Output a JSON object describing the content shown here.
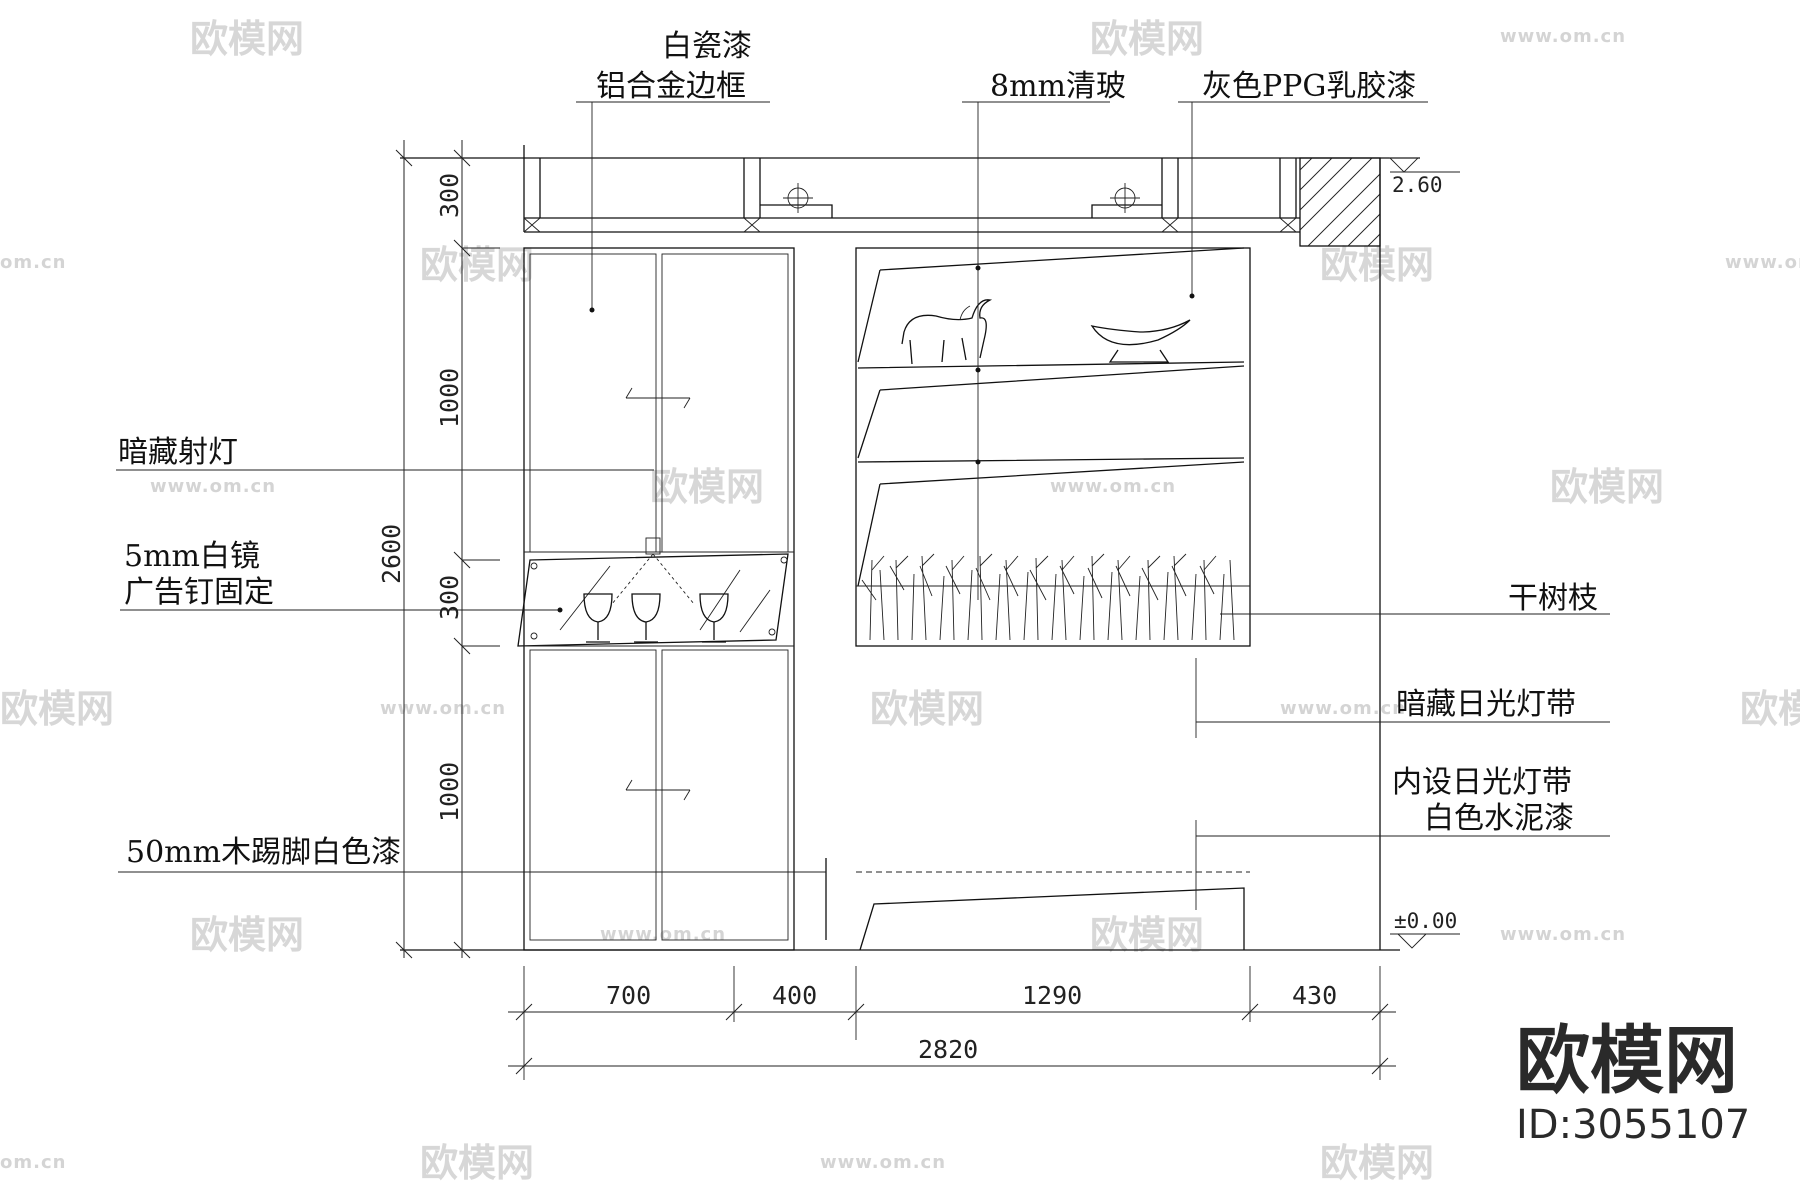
{
  "annotations": {
    "white_paint": "白瓷漆",
    "alu_frame": "铝合金边框",
    "clear_glass": "8mm清玻",
    "grey_latex": "灰色PPG乳胶漆",
    "hidden_spot": "暗藏射灯",
    "mirror_line1": "5mm白镜",
    "mirror_line2": "广告钉固定",
    "dry_branches": "干树枝",
    "hidden_fluor": "暗藏日光灯带",
    "inner_fluor_line1": "内设日光灯带",
    "inner_fluor_line2": "白色水泥漆",
    "skirting": "50mm木踢脚白色漆"
  },
  "vertical_dimensions": {
    "top": "300",
    "upper": "1000",
    "middle": "300",
    "lower": "1000",
    "total": "2600"
  },
  "horizontal_dimensions": {
    "seg1": "700",
    "seg2": "400",
    "seg3": "1290",
    "seg4": "430",
    "total": "2820"
  },
  "levels": {
    "ceiling": "2.60",
    "floor": "±0.00"
  },
  "watermark": {
    "brand": "欧模网",
    "url": "www.om.cn",
    "url_short": "om.cn",
    "id": "ID:3055107"
  }
}
